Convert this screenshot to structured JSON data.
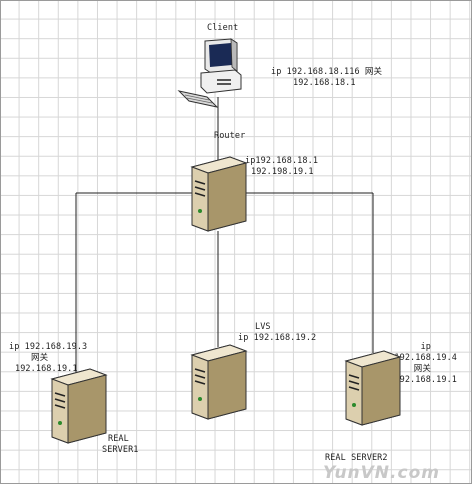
{
  "client": {
    "label": "Client",
    "ip_line": "ip 192.168.18.116 网关",
    "gateway": "192.168.18.1"
  },
  "router": {
    "label": "Router",
    "ip1": "ip192.168.18.1",
    "ip2": "192.198.19.1"
  },
  "server1": {
    "ip": "ip 192.168.19.3",
    "gw_label": "网关",
    "gw": "192.168.19.1",
    "name1": "REAL",
    "name2": "SERVER1"
  },
  "lvs": {
    "label": "LVS",
    "ip": "ip 192.168.19.2"
  },
  "server2": {
    "ip_label": "ip",
    "ip": "192.168.19.4",
    "gw_label": "网关",
    "gw": "192.168.19.1",
    "name": "REAL SERVER2"
  },
  "watermark": "YunVN.com",
  "colors": {
    "server_body": "#dccfae",
    "server_side": "#a8966a",
    "line": "#222222",
    "grid": "#d6d6d6"
  }
}
